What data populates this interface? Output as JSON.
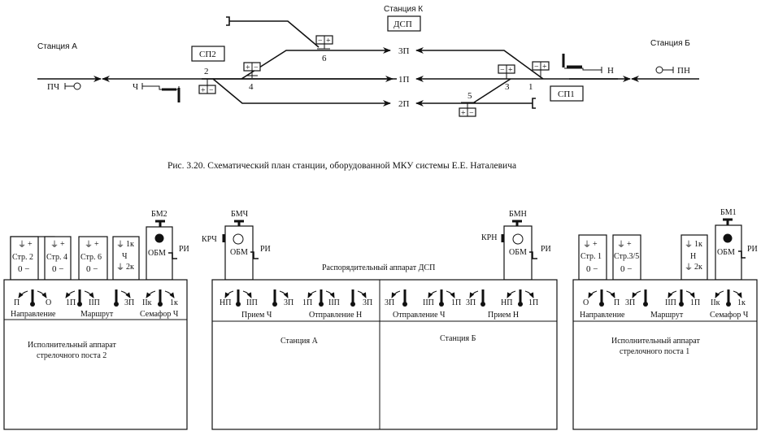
{
  "scheme": {
    "station_a": "Станция А",
    "station_k": "Станция К",
    "station_b": "Станция Б",
    "dsp": "ДСП",
    "sp1": "СП1",
    "sp2": "СП2",
    "tracks": [
      "3П",
      "1П",
      "2П"
    ],
    "switches": [
      "1",
      "2",
      "3",
      "4",
      "5",
      "6"
    ],
    "signals": {
      "pch": "ПЧ",
      "ch": "Ч",
      "n": "Н",
      "pn": "ПН"
    },
    "switch_box": {
      "plus": "+",
      "minus": "−"
    }
  },
  "caption": "Рис. 3.20. Схематический план станции, оборудованной МКУ системы Е.Е. Наталевича",
  "panel_left": {
    "cells": [
      {
        "top": "+",
        "name": "Стр. 2",
        "bottom": "0 −"
      },
      {
        "top": "+",
        "name": "Стр. 4",
        "bottom": "0 −"
      },
      {
        "top": "+",
        "name": "Стр. 6",
        "bottom": "0 −"
      }
    ],
    "key_cell": {
      "k1": "1к",
      "mid": "Ч",
      "k2": "2к"
    },
    "bm": "БМ2",
    "obm": "ОБМ",
    "ri": "РИ",
    "levers": {
      "dir_left": "П",
      "dir_right": "О",
      "route_l": "1П",
      "route_r": "IIП",
      "route_3": "3П",
      "sem_l": "IIк",
      "sem_r": "1к"
    },
    "groups": [
      "Направление",
      "Маршрут",
      "Семафор Ч"
    ],
    "body": [
      "Исполнительный аппарат",
      "стрелочного поста 2"
    ]
  },
  "panel_mid": {
    "title": "Распорядительный аппарат ДСП",
    "bm_left": "БМЧ",
    "kr_left": "КРЧ",
    "bm_right": "БМН",
    "kr_right": "КРН",
    "obm": "ОБМ",
    "ri": "РИ",
    "levers_a": {
      "l1": "НП",
      "r1": "IIП",
      "r2": "3П",
      "l3": "1П",
      "r3": "IIП",
      "r4": "3П"
    },
    "levers_b": {
      "l1": "3П",
      "l2": "IIП",
      "r2": "1П",
      "l3": "3П",
      "l4": "НП",
      "r4": "1П"
    },
    "groups_a": [
      "Прием Ч",
      "Отправление Н"
    ],
    "groups_b": [
      "Отправление Ч",
      "Прием Н"
    ],
    "body_a": "Станция А",
    "body_b": "Станция Б"
  },
  "panel_right": {
    "cells": [
      {
        "top": "+",
        "name": "Стр. 1",
        "bottom": "0 −"
      },
      {
        "top": "+",
        "name": "Стр.3/5",
        "bottom": "0 −"
      }
    ],
    "key_cell": {
      "k1": "1к",
      "mid": "Н",
      "k2": "2к"
    },
    "bm": "БМ1",
    "obm": "ОБМ",
    "ri": "РИ",
    "levers": {
      "dir_left": "О",
      "dir_right": "П",
      "route_3": "3П",
      "route_l": "IIП",
      "route_r": "1П",
      "sem_l": "IIк",
      "sem_r": "1к"
    },
    "groups": [
      "Направление",
      "Маршрут",
      "Семафор Ч"
    ],
    "body": [
      "Исполнительный аппарат",
      "стрелочного поста 1"
    ]
  }
}
